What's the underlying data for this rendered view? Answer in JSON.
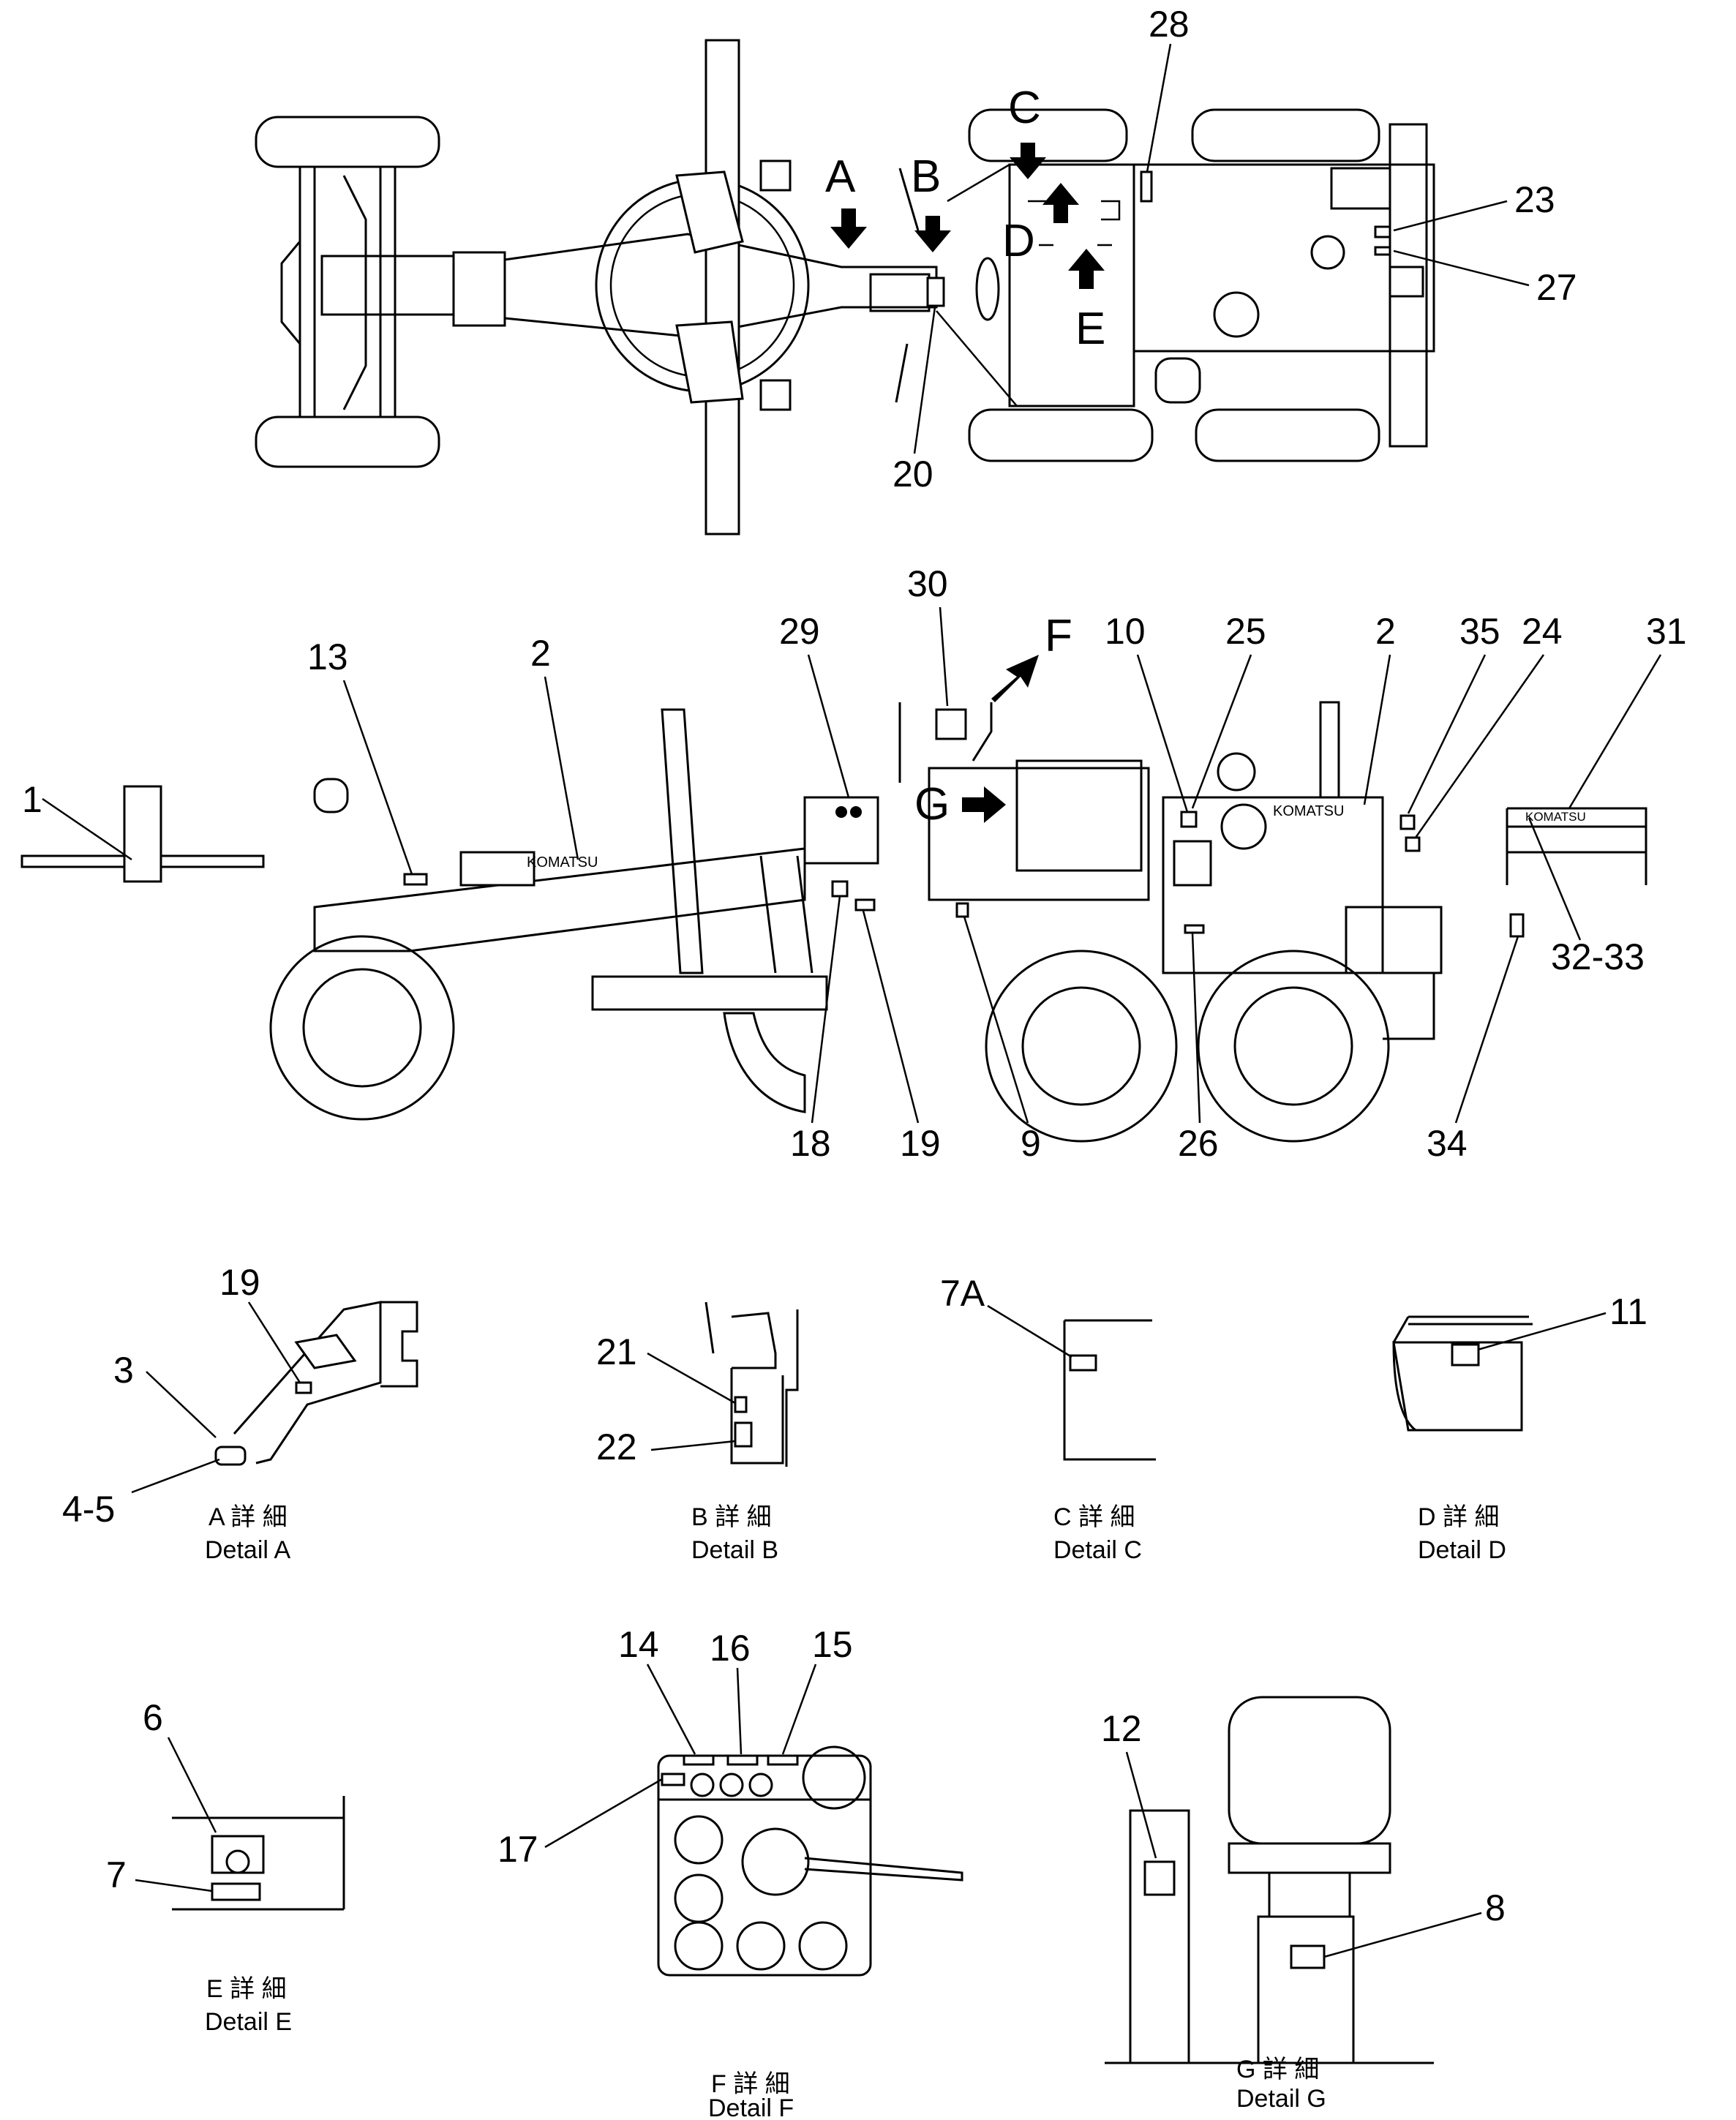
{
  "callouts": {
    "c1": "1",
    "c2a": "2",
    "c2b": "2",
    "c3": "3",
    "c4_5": "4-5",
    "c6": "6",
    "c7": "7",
    "c7a": "7A",
    "c8": "8",
    "c9": "9",
    "c10": "10",
    "c11": "11",
    "c12": "12",
    "c13": "13",
    "c14": "14",
    "c15": "15",
    "c16": "16",
    "c17": "17",
    "c18": "18",
    "c19a": "19",
    "c19b": "19",
    "c20": "20",
    "c21": "21",
    "c22": "22",
    "c23": "23",
    "c24": "24",
    "c25": "25",
    "c26": "26",
    "c27": "27",
    "c28": "28",
    "c29": "29",
    "c30": "30",
    "c31": "31",
    "c32_33": "32-33",
    "c34": "34",
    "c35": "35"
  },
  "view_arrows": {
    "a": "A",
    "b": "B",
    "c": "C",
    "d": "D",
    "e": "E",
    "f": "F",
    "g": "G"
  },
  "brand_marks": {
    "frame": "KOMATSU",
    "hood": "KOMATSU",
    "rops": "KOMATSU"
  },
  "details": [
    {
      "code": "A 詳 細",
      "title": "Detail  A"
    },
    {
      "code": "B 詳 細",
      "title": "Detail  B"
    },
    {
      "code": "C 詳 細",
      "title": "Detail  C"
    },
    {
      "code": "D 詳 細",
      "title": "Detail  D"
    },
    {
      "code": "E 詳 細",
      "title": "Detail  E"
    },
    {
      "code": "F 詳 細",
      "title": "Detail  F"
    },
    {
      "code": "G 詳 細",
      "title": "Detail  G"
    }
  ]
}
